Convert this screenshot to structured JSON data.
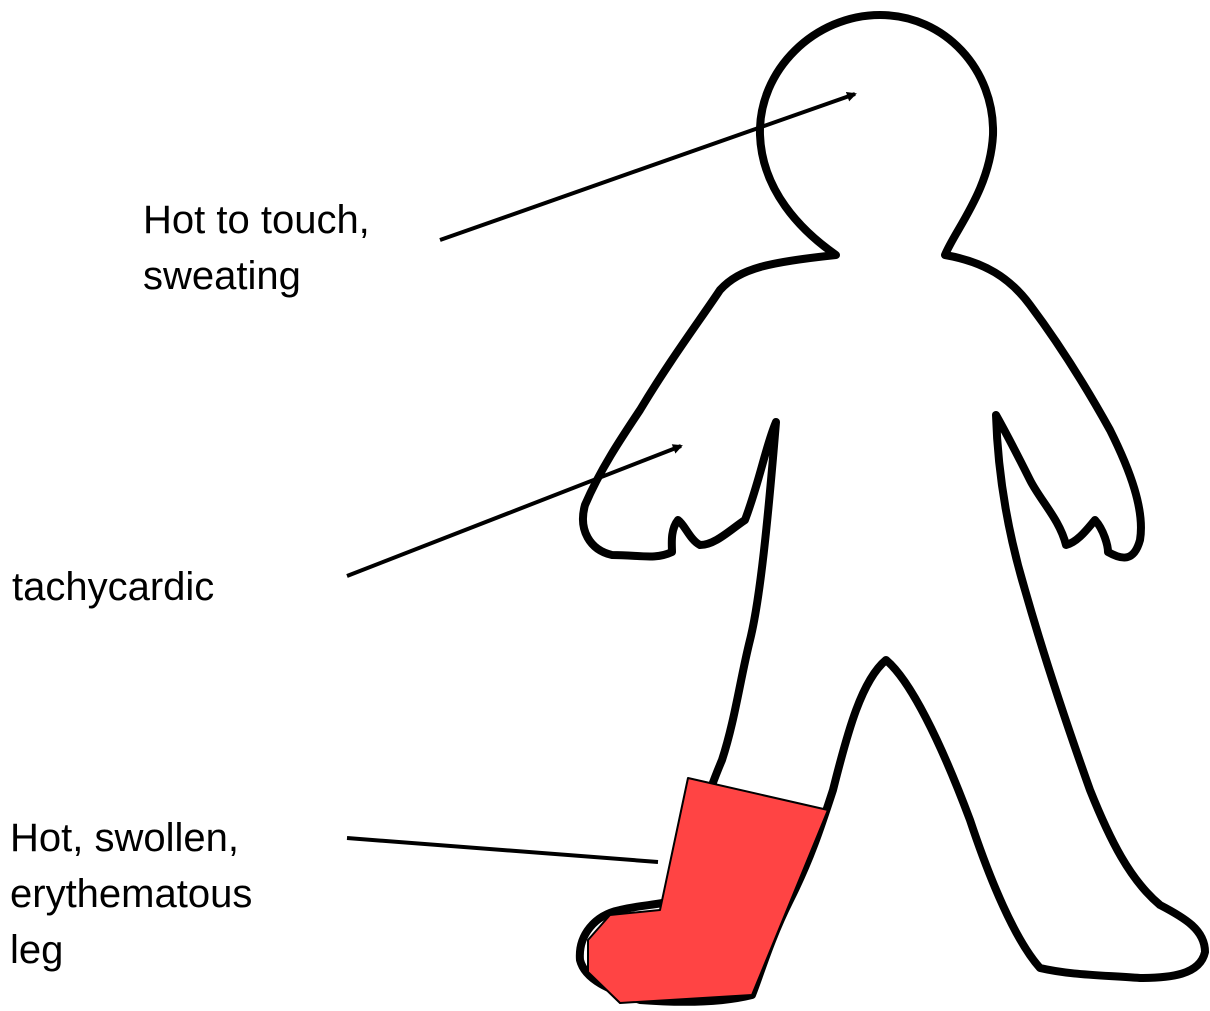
{
  "colors": {
    "outline": "#000000",
    "highlight": "#ff4444",
    "background": "#ffffff"
  },
  "annotations": {
    "head": {
      "lines": [
        "Hot to touch,",
        "sweating"
      ]
    },
    "chest": {
      "lines": [
        "tachycardic"
      ]
    },
    "leg": {
      "lines": [
        "Hot, swollen,",
        "erythematous",
        "leg"
      ]
    }
  }
}
